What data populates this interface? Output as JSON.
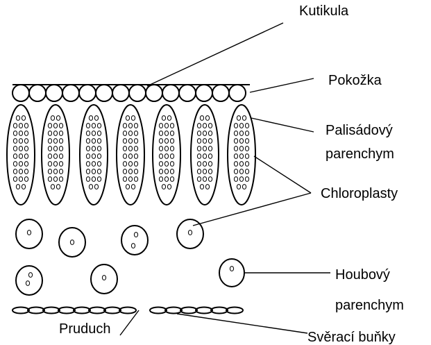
{
  "labels": {
    "kutikula": "Kutikula",
    "pokozka": "Pokožka",
    "palisadovy_1": "Palisádový",
    "palisadovy_2": "parenchym",
    "chloroplasty": "Chloroplasty",
    "houbovy_1": "Houbový",
    "houbovy_2": "parenchym",
    "pruduch": "Pruduch",
    "sveraci": "Svěrací buňky"
  }
}
